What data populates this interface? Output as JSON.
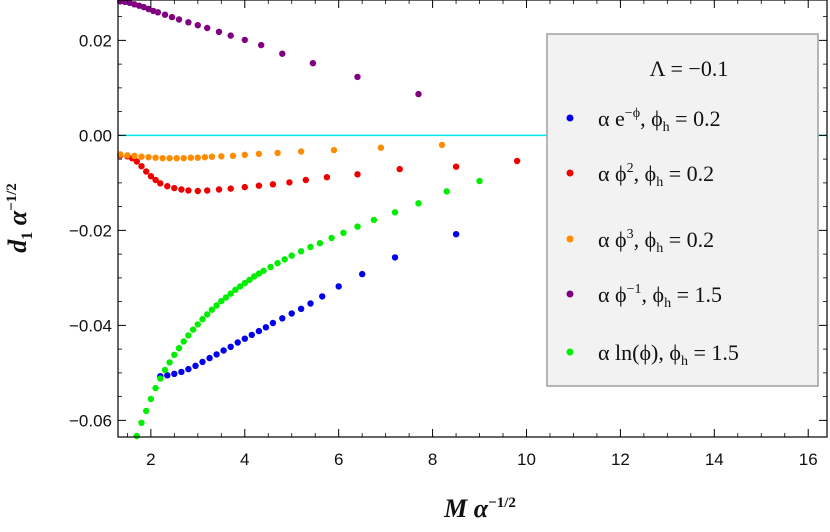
{
  "chart_data": {
    "type": "scatter",
    "xlabel": "M α^{-1/2}",
    "ylabel": "d_1 α^{-1/2}",
    "xlim": [
      1.3,
      16.4
    ],
    "ylim": [
      -0.0635,
      0.0285
    ],
    "xticks": [
      2,
      4,
      6,
      8,
      10,
      12,
      14,
      16
    ],
    "xtick_labels": [
      "2",
      "4",
      "6",
      "8",
      "10",
      "12",
      "14",
      "16"
    ],
    "yticks": [
      0.02,
      0.0,
      -0.02,
      -0.04,
      -0.06
    ],
    "ytick_labels": [
      "0.02",
      "0.00",
      "−0.02",
      "−0.04",
      "−0.06"
    ],
    "reference_line": {
      "y": 0,
      "color": "#00e5ee"
    },
    "legend_title": "Λ = −0.1",
    "legend_position": "top-right",
    "series": [
      {
        "name": "α e^{−ϕ}, ϕ_h = 0.2",
        "color": "#0000ee",
        "points": [
          [
            2.2,
            -0.0507
          ],
          [
            2.35,
            -0.0505
          ],
          [
            2.5,
            -0.0502
          ],
          [
            2.65,
            -0.0498
          ],
          [
            2.8,
            -0.0492
          ],
          [
            2.95,
            -0.0485
          ],
          [
            3.1,
            -0.0477
          ],
          [
            3.25,
            -0.0469
          ],
          [
            3.4,
            -0.0461
          ],
          [
            3.55,
            -0.0453
          ],
          [
            3.7,
            -0.0445
          ],
          [
            3.85,
            -0.0436
          ],
          [
            4.0,
            -0.0428
          ],
          [
            4.15,
            -0.042
          ],
          [
            4.3,
            -0.0412
          ],
          [
            4.45,
            -0.0404
          ],
          [
            4.6,
            -0.0395
          ],
          [
            4.8,
            -0.0385
          ],
          [
            5.0,
            -0.0375
          ],
          [
            5.2,
            -0.0365
          ],
          [
            5.4,
            -0.0354
          ],
          [
            5.65,
            -0.0339
          ],
          [
            6.0,
            -0.0318
          ],
          [
            6.5,
            -0.0292
          ],
          [
            7.2,
            -0.0257
          ],
          [
            8.5,
            -0.0208
          ]
        ]
      },
      {
        "name": "α ϕ², ϕ_h = 0.2",
        "color": "#ee0000",
        "points": [
          [
            1.35,
            -0.0042
          ],
          [
            1.5,
            -0.0044
          ],
          [
            1.6,
            -0.0048
          ],
          [
            1.7,
            -0.0055
          ],
          [
            1.8,
            -0.0065
          ],
          [
            1.9,
            -0.0076
          ],
          [
            2.0,
            -0.0086
          ],
          [
            2.1,
            -0.0094
          ],
          [
            2.2,
            -0.0101
          ],
          [
            2.35,
            -0.0107
          ],
          [
            2.5,
            -0.0111
          ],
          [
            2.65,
            -0.0114
          ],
          [
            2.8,
            -0.0116
          ],
          [
            3.0,
            -0.0117
          ],
          [
            3.2,
            -0.0116
          ],
          [
            3.45,
            -0.0114
          ],
          [
            3.7,
            -0.0112
          ],
          [
            4.0,
            -0.0109
          ],
          [
            4.3,
            -0.0106
          ],
          [
            4.6,
            -0.0103
          ],
          [
            4.95,
            -0.0099
          ],
          [
            5.3,
            -0.0094
          ],
          [
            5.75,
            -0.0088
          ],
          [
            6.4,
            -0.0082
          ],
          [
            7.3,
            -0.0071
          ],
          [
            8.5,
            -0.0066
          ],
          [
            9.8,
            -0.0054
          ]
        ]
      },
      {
        "name": "α ϕ³, ϕ_h = 0.2",
        "color": "#ff8c00",
        "points": [
          [
            1.35,
            -0.004
          ],
          [
            1.5,
            -0.0042
          ],
          [
            1.65,
            -0.0043
          ],
          [
            1.8,
            -0.0045
          ],
          [
            1.95,
            -0.0046
          ],
          [
            2.1,
            -0.0047
          ],
          [
            2.25,
            -0.0048
          ],
          [
            2.4,
            -0.0048
          ],
          [
            2.55,
            -0.0048
          ],
          [
            2.7,
            -0.0048
          ],
          [
            2.85,
            -0.0047
          ],
          [
            3.0,
            -0.0047
          ],
          [
            3.15,
            -0.0046
          ],
          [
            3.3,
            -0.0045
          ],
          [
            3.5,
            -0.0044
          ],
          [
            3.75,
            -0.0043
          ],
          [
            4.0,
            -0.0041
          ],
          [
            4.3,
            -0.0039
          ],
          [
            4.7,
            -0.0037
          ],
          [
            5.2,
            -0.0034
          ],
          [
            5.9,
            -0.0031
          ],
          [
            6.9,
            -0.0026
          ],
          [
            8.2,
            -0.002
          ]
        ]
      },
      {
        "name": "α ϕ^{−1}, ϕ_h = 1.5",
        "color": "#800080",
        "points": [
          [
            1.35,
            0.0282
          ],
          [
            1.45,
            0.0281
          ],
          [
            1.55,
            0.0279
          ],
          [
            1.65,
            0.0276
          ],
          [
            1.75,
            0.0273
          ],
          [
            1.85,
            0.027
          ],
          [
            1.95,
            0.0266
          ],
          [
            2.05,
            0.0262
          ],
          [
            2.15,
            0.0259
          ],
          [
            2.3,
            0.0254
          ],
          [
            2.45,
            0.0249
          ],
          [
            2.6,
            0.0244
          ],
          [
            2.8,
            0.0238
          ],
          [
            3.0,
            0.0232
          ],
          [
            3.2,
            0.0226
          ],
          [
            3.45,
            0.0218
          ],
          [
            3.7,
            0.021
          ],
          [
            4.0,
            0.0201
          ],
          [
            4.35,
            0.019
          ],
          [
            4.8,
            0.0172
          ],
          [
            5.45,
            0.0152
          ],
          [
            6.4,
            0.0123
          ],
          [
            7.7,
            0.0087
          ]
        ]
      },
      {
        "name": "α ln(ϕ), ϕ_h = 1.5",
        "color": "#00ee00",
        "points": [
          [
            1.7,
            -0.0633
          ],
          [
            1.8,
            -0.0605
          ],
          [
            1.9,
            -0.058
          ],
          [
            2.0,
            -0.0555
          ],
          [
            2.1,
            -0.0532
          ],
          [
            2.2,
            -0.0512
          ],
          [
            2.3,
            -0.0494
          ],
          [
            2.4,
            -0.0478
          ],
          [
            2.5,
            -0.0462
          ],
          [
            2.6,
            -0.0448
          ],
          [
            2.7,
            -0.0434
          ],
          [
            2.8,
            -0.0421
          ],
          [
            2.9,
            -0.0409
          ],
          [
            3.0,
            -0.0398
          ],
          [
            3.1,
            -0.0387
          ],
          [
            3.2,
            -0.0377
          ],
          [
            3.3,
            -0.0367
          ],
          [
            3.4,
            -0.0358
          ],
          [
            3.5,
            -0.0349
          ],
          [
            3.6,
            -0.0341
          ],
          [
            3.7,
            -0.0333
          ],
          [
            3.8,
            -0.0325
          ],
          [
            3.9,
            -0.0318
          ],
          [
            4.0,
            -0.0311
          ],
          [
            4.1,
            -0.0304
          ],
          [
            4.2,
            -0.0297
          ],
          [
            4.3,
            -0.0291
          ],
          [
            4.4,
            -0.0285
          ],
          [
            4.55,
            -0.0277
          ],
          [
            4.7,
            -0.0269
          ],
          [
            4.85,
            -0.0261
          ],
          [
            5.0,
            -0.0253
          ],
          [
            5.2,
            -0.0244
          ],
          [
            5.4,
            -0.0235
          ],
          [
            5.6,
            -0.0227
          ],
          [
            5.85,
            -0.0216
          ],
          [
            6.1,
            -0.0205
          ],
          [
            6.4,
            -0.0192
          ],
          [
            6.75,
            -0.0178
          ],
          [
            7.2,
            -0.0162
          ],
          [
            7.7,
            -0.0143
          ],
          [
            8.3,
            -0.0118
          ],
          [
            9.0,
            -0.0096
          ]
        ]
      }
    ]
  }
}
